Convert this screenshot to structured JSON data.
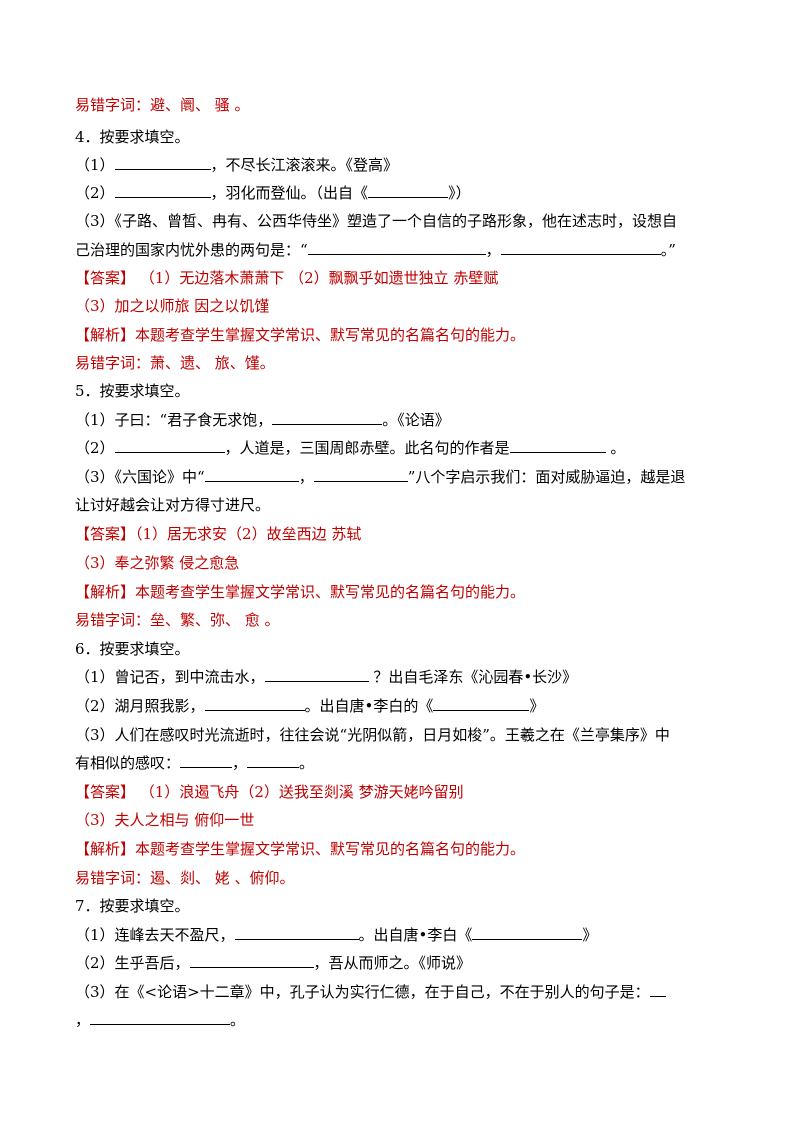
{
  "colors": {
    "answer_red": "#c00000",
    "text": "#000000"
  },
  "q3": {
    "typo": "易错字词：避、阛、  骚 。"
  },
  "q4": {
    "header": "4．按要求填空。",
    "s1_pre": "（1）",
    "s1_post": "，不尽长江滚滚来。《登高》",
    "s2_pre": "（2）",
    "s2_mid": "，羽化而登仙。（出自《",
    "s2_post": "》）",
    "s3_line1": "（3）《子路、曾皙、冉有、公西华侍坐》塑造了一个自信的子路形象，他在述志时，设想自",
    "s3_line2_pre": "己治理的国家内忧外患的两句是：“",
    "s3_line2_mid": "，",
    "s3_line2_post": "。”",
    "answer_tag": "【答案】",
    "answer_line1": "（1）无边落木萧萧下     （2）飘飘乎如遗世独立          赤壁赋",
    "answer_line2": "（3）加之以师旅         因之以饥馑",
    "analysis_tag": "【解析】",
    "analysis": "本题考查学生掌握文学常识、默写常见的名篇名句的能力。",
    "typo": "易错字词：萧、遗、  旅、馑。"
  },
  "q5": {
    "header": "5．按要求填空。",
    "s1_pre": "（1）子曰：“君子食无求饱，",
    "s1_post": "。《论语》",
    "s2_pre": "（2）",
    "s2_mid": "，人道是，三国周郎赤壁。此名句的作者是",
    "s2_post": " 。",
    "s3_line1_pre": "（3）《六国论》中“",
    "s3_line1_mid": "，",
    "s3_line1_post": "”八个字启示我们：面对威胁逼迫，越是退",
    "s3_line2": "让讨好越会让对方得寸进尺。",
    "answer_tag": "【答案】",
    "answer_line1": "（1）居无求安（2）故垒西边          苏轼",
    "answer_line2": "（3）奉之弥繁           侵之愈急",
    "analysis_tag": "【解析】",
    "analysis": "本题考查学生掌握文学常识、默写常见的名篇名句的能力。",
    "typo": "易错字词：垒、繁、弥、   愈 。"
  },
  "q6": {
    "header": "6．按要求填空。",
    "s1_pre": "（1）曾记否，到中流击水，",
    "s1_post": " ？出自毛泽东《沁园春•长沙》",
    "s2_pre": "（2）湖月照我影，",
    "s2_mid": "。出自唐•李白的《",
    "s2_post": "》",
    "s3_line1": "（3）人们在感叹时光流逝时，往往会说“光阴似箭，日月如梭”。王羲之在《兰亭集序》中",
    "s3_line2_pre": "有相似的感叹：",
    "s3_line2_mid": "，",
    "s3_line2_post": "。",
    "answer_tag": "【答案】",
    "answer_line1": "（1）浪遏飞舟（2）送我至剡溪          梦游天姥吟留别",
    "answer_line2": "（3）夫人之相与          俯仰一世",
    "analysis_tag": "【解析】",
    "analysis": "本题考查学生掌握文学常识、默写常见的名篇名句的能力。",
    "typo": "易错字词：遏、剡、  姥  、俯仰。"
  },
  "q7": {
    "header": "7．按要求填空。",
    "s1_pre": "（1）连峰去天不盈尺，",
    "s1_mid": "。出自唐•李白《",
    "s1_post": "》",
    "s2_pre": "（2）生乎吾后，",
    "s2_post": "，吾从而师之。《师说》",
    "s3_line1_pre": "（3）在《<论语>十二章》中，孔子认为实行仁德，在于自己，不在于别人的句子是：",
    "s3_line2_pre": "，",
    "s3_line2_post": "。"
  }
}
